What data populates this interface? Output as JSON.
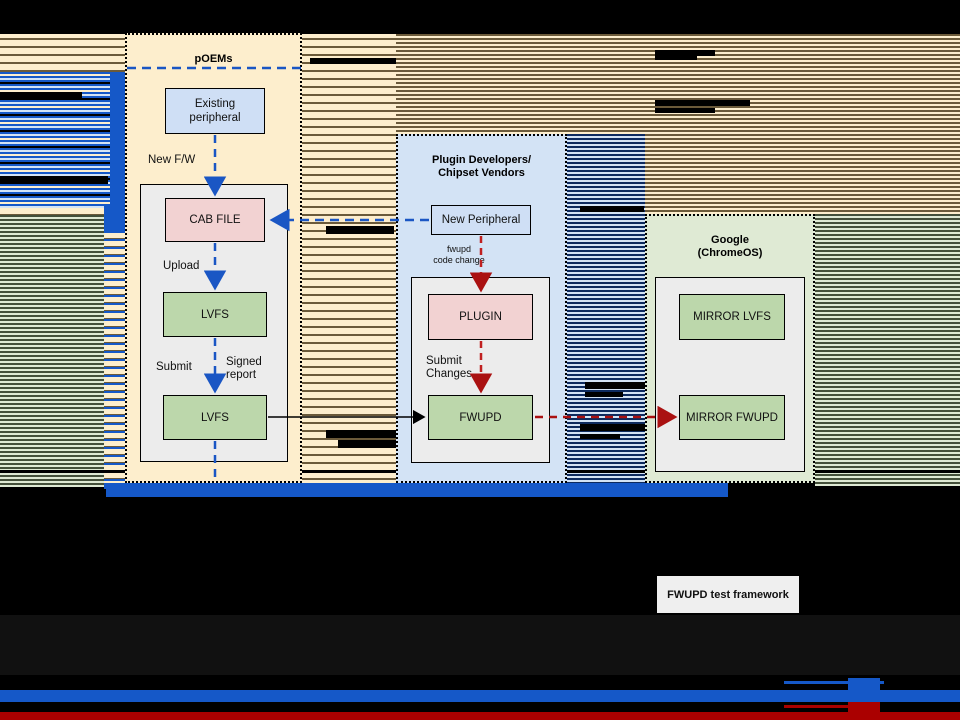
{
  "diagram": {
    "background_color": "#000000",
    "lanes": [
      {
        "id": "poems",
        "title": "pOEMs",
        "fill": "#fdeecd"
      },
      {
        "id": "plugin",
        "title": "Plugin Developers/\nChipset Vendors",
        "title_line1": "Plugin Developers/",
        "title_line2": "Chipset Vendors",
        "fill": "#d3e3f5"
      },
      {
        "id": "google",
        "title": "Google\n(ChromeOS)",
        "title_line1": "Google",
        "title_line2": "(ChromeOS)",
        "fill": "#dfead4"
      }
    ],
    "nodes": [
      {
        "id": "existing-peripheral",
        "label": "Existing\nperipheral",
        "line1": "Existing",
        "line2": "peripheral",
        "color": "#cfdff5",
        "lane": "poems"
      },
      {
        "id": "cab-file",
        "label": "CAB FILE",
        "color": "#f2d2d2",
        "lane": "poems"
      },
      {
        "id": "lvfs-upload",
        "label": "LVFS",
        "color": "#bcd7ab",
        "lane": "poems"
      },
      {
        "id": "lvfs-submit",
        "label": "LVFS",
        "color": "#bcd7ab",
        "lane": "poems"
      },
      {
        "id": "new-peripheral",
        "label": "New Peripheral",
        "color": "#cfdff5",
        "lane": "plugin"
      },
      {
        "id": "plugin",
        "label": "PLUGIN",
        "color": "#f2d2d2",
        "lane": "plugin"
      },
      {
        "id": "fwupd",
        "label": "FWUPD",
        "color": "#bcd7ab",
        "lane": "plugin"
      },
      {
        "id": "mirror-lvfs",
        "label": "MIRROR LVFS",
        "color": "#bcd7ab",
        "lane": "google"
      },
      {
        "id": "mirror-fwupd",
        "label": "MIRROR FWUPD",
        "color": "#bcd7ab",
        "lane": "google"
      },
      {
        "id": "test-framework",
        "label": "FWUPD test framework",
        "color": "#efefef",
        "lane": "none"
      }
    ],
    "edge_labels": [
      {
        "id": "new-fw",
        "text": "New F/W"
      },
      {
        "id": "upload",
        "text": "Upload"
      },
      {
        "id": "submit",
        "text": "Submit"
      },
      {
        "id": "signed-report",
        "text": "Signed\nreport",
        "line1": "Signed",
        "line2": "report"
      },
      {
        "id": "fwupd-code-change",
        "text": "fwupd\ncode change",
        "line1": "fwupd",
        "line2": "code change"
      },
      {
        "id": "submit-changes",
        "text": "Submit\nChanges",
        "line1": "Submit",
        "line2": "Changes"
      }
    ],
    "edge_colors": {
      "blue_dashed": "#1a56c4",
      "red_dashed": "#aa1111",
      "black_solid": "#000000"
    }
  }
}
